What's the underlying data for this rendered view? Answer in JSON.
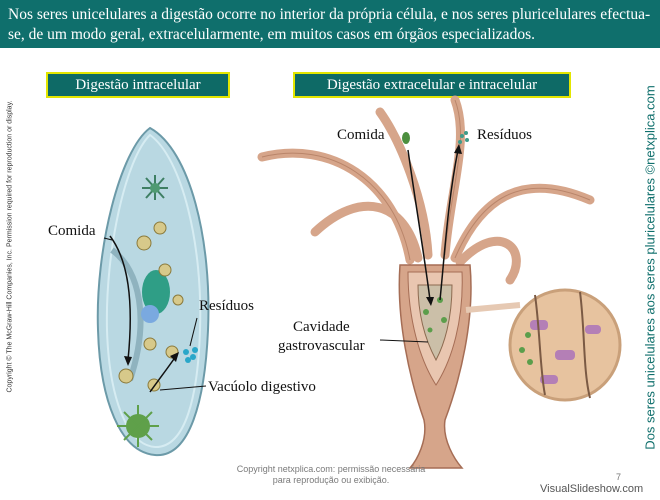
{
  "header": {
    "text": "Nos seres unicelulares a digestão ocorre no interior da própria célula, e nos seres pluricelulares efectua-se, de um modo geral, extracelularmente, em muitos casos em órgãos especializados."
  },
  "boxes": {
    "left": "Digestão intracelular",
    "right": "Digestão extracelular e intracelular"
  },
  "left_labels": {
    "comida": "Comida",
    "residuos": "Resíduos",
    "vacuolo": "Vacúolo digestivo"
  },
  "right_labels": {
    "comida": "Comida",
    "residuos": "Resíduos",
    "cavidade": "Cavidade\ngastrovascular"
  },
  "side_text": {
    "copyright_left": "Copyright © The McGraw-Hill Companies, Inc. Permission required for reproduction or display.",
    "right": "Dos seres unicelulares aos seres pluricelulares ©netxplica.com"
  },
  "footer": {
    "copyright": "Copyright netxplica.com: permissão necessária para reprodução ou exibição.",
    "page": "7",
    "brand": "VisualSlideshow.com"
  },
  "colors": {
    "header_bg": "#0f6f6c",
    "box_border": "#e3e600",
    "paramecium": "#b9d8e2",
    "hydra": "#d6a58a"
  }
}
